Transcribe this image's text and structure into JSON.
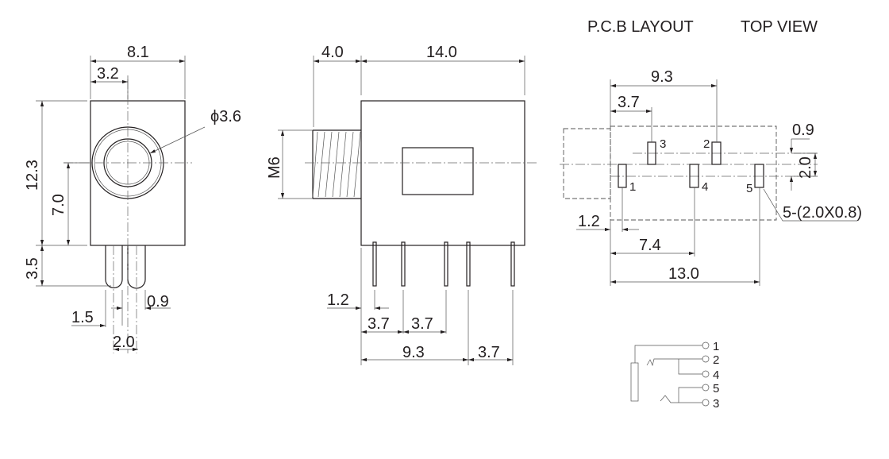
{
  "title": {
    "pcb_layout": "P.C.B LAYOUT",
    "top_view": "TOP VIEW"
  },
  "front_view": {
    "width": "8.1",
    "center_offset": "3.2",
    "diameter": "ϕ3.6",
    "height": "12.3",
    "center_height": "7.0",
    "pin_length": "3.5",
    "pin_a": "1.5",
    "pin_b": "0.9",
    "pin_pitch": "2.0"
  },
  "side_view": {
    "thread_length": "4.0",
    "body_length": "14.0",
    "thread": "M6",
    "pin_offset": "1.2",
    "pitch_a": "3.7",
    "pitch_b": "3.7",
    "span": "9.3",
    "pitch_c": "3.7"
  },
  "pcb": {
    "span_top": "9.3",
    "offset_top": "3.7",
    "row_offset": "0.9",
    "row_gap": "2.0",
    "left_offset": "1.2",
    "mid": "7.4",
    "total": "13.0",
    "pad_spec": "5-(2.0X0.8)",
    "pads": [
      "1",
      "2",
      "3",
      "4",
      "5"
    ]
  },
  "schematic": {
    "pins": [
      "1",
      "2",
      "4",
      "5",
      "3"
    ]
  }
}
